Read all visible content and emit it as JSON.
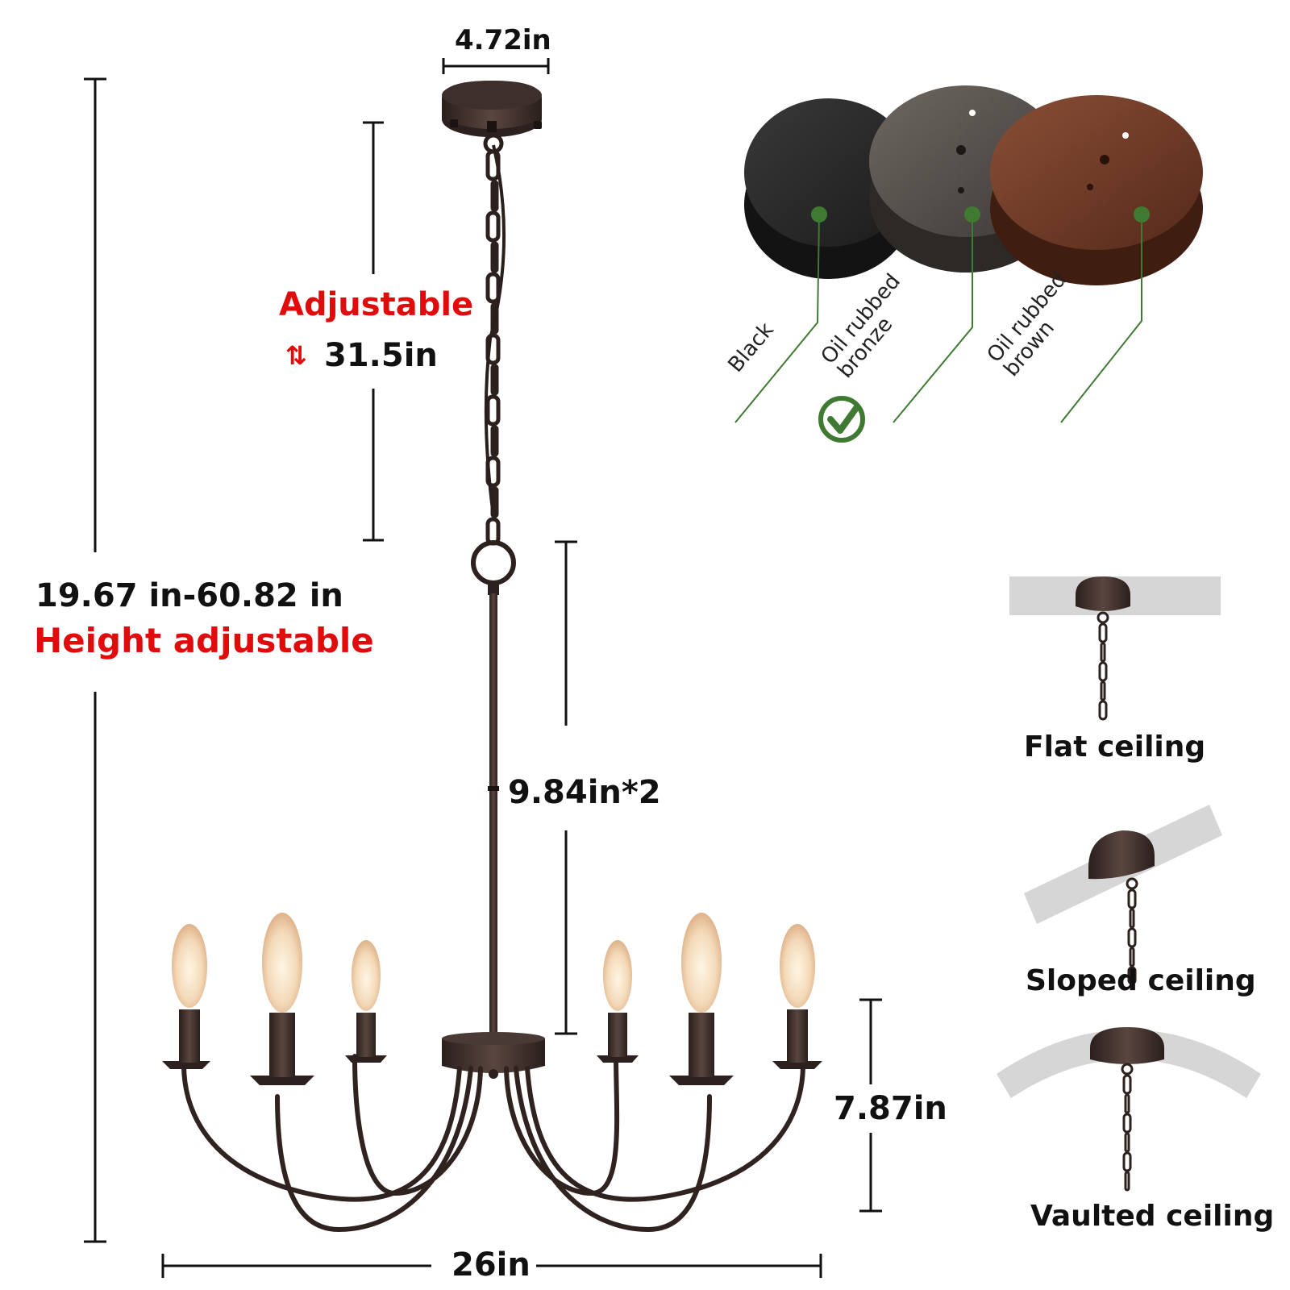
{
  "dimensions": {
    "canopy_width": "4.72in",
    "chain_adjustable_word": "Adjustable",
    "chain_adjustable_arrows": "⇅",
    "chain_adjustable_value": "31.5in",
    "overall_height_range": "19.67 in-60.82 in",
    "overall_height_note": "Height adjustable",
    "rod_length": "9.84in*2",
    "body_height": "7.87in",
    "body_width": "26in"
  },
  "finishes": {
    "items": [
      {
        "label": "Black",
        "color": "#2b2a2a",
        "selected": false
      },
      {
        "label": "Oil rubbed\nbronze",
        "color": "#55504b",
        "selected": true
      },
      {
        "label": "Oil rubbed\nbrown",
        "color": "#6b3a26",
        "selected": false
      }
    ],
    "accent": "#3f7a32"
  },
  "ceiling_types": [
    "Flat ceiling",
    "Sloped ceiling",
    "Vaulted ceiling"
  ],
  "colors": {
    "fixture_metal": "#3a2c28",
    "dimension_line": "#111111",
    "highlight_red": "#e10b0b"
  }
}
